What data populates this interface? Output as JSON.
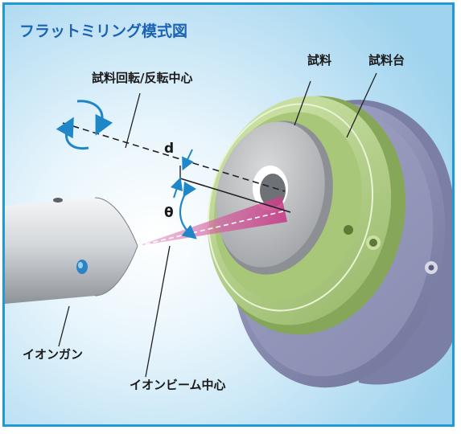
{
  "title": "フラットミリング模式図",
  "labels": {
    "sample": "試料",
    "stage": "試料台",
    "rotation_axis": "試料回転/反転中心",
    "distance": "d",
    "angle": "θ",
    "ion_gun": "イオンガン",
    "beam_center": "イオンビーム中心"
  },
  "colors": {
    "frame": "#1e9ad6",
    "title": "#1a63b5",
    "background": "#cfe9f7",
    "sample_holder": "#b3cf86",
    "stage": "#8b8fb5",
    "ion_beam": "#d6559a",
    "ion_gun": "#c9ccd0",
    "arrow": "#1f86c8"
  }
}
